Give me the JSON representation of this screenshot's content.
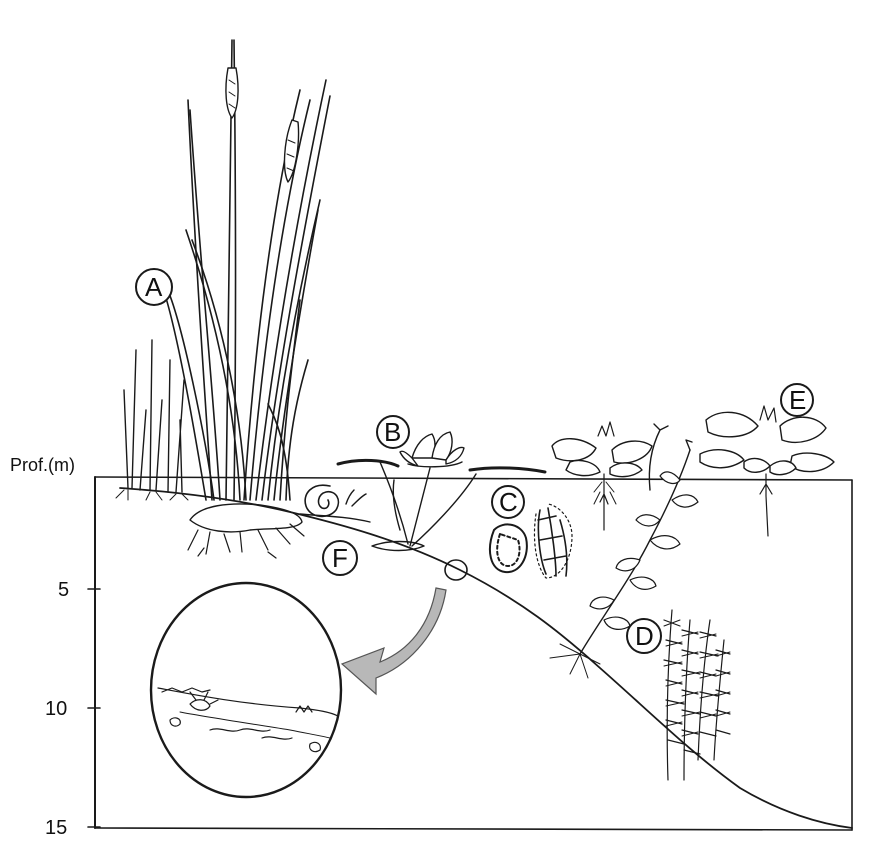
{
  "axis": {
    "label": "Prof.(m)",
    "ticks": [
      "5",
      "10",
      "15"
    ]
  },
  "labels": {
    "a": "A",
    "b": "B",
    "c": "C",
    "d": "D",
    "e": "E",
    "f": "F"
  },
  "colors": {
    "ink": "#1a1a1a",
    "arrow_fill": "#b8b8b8",
    "background": "#ffffff"
  }
}
